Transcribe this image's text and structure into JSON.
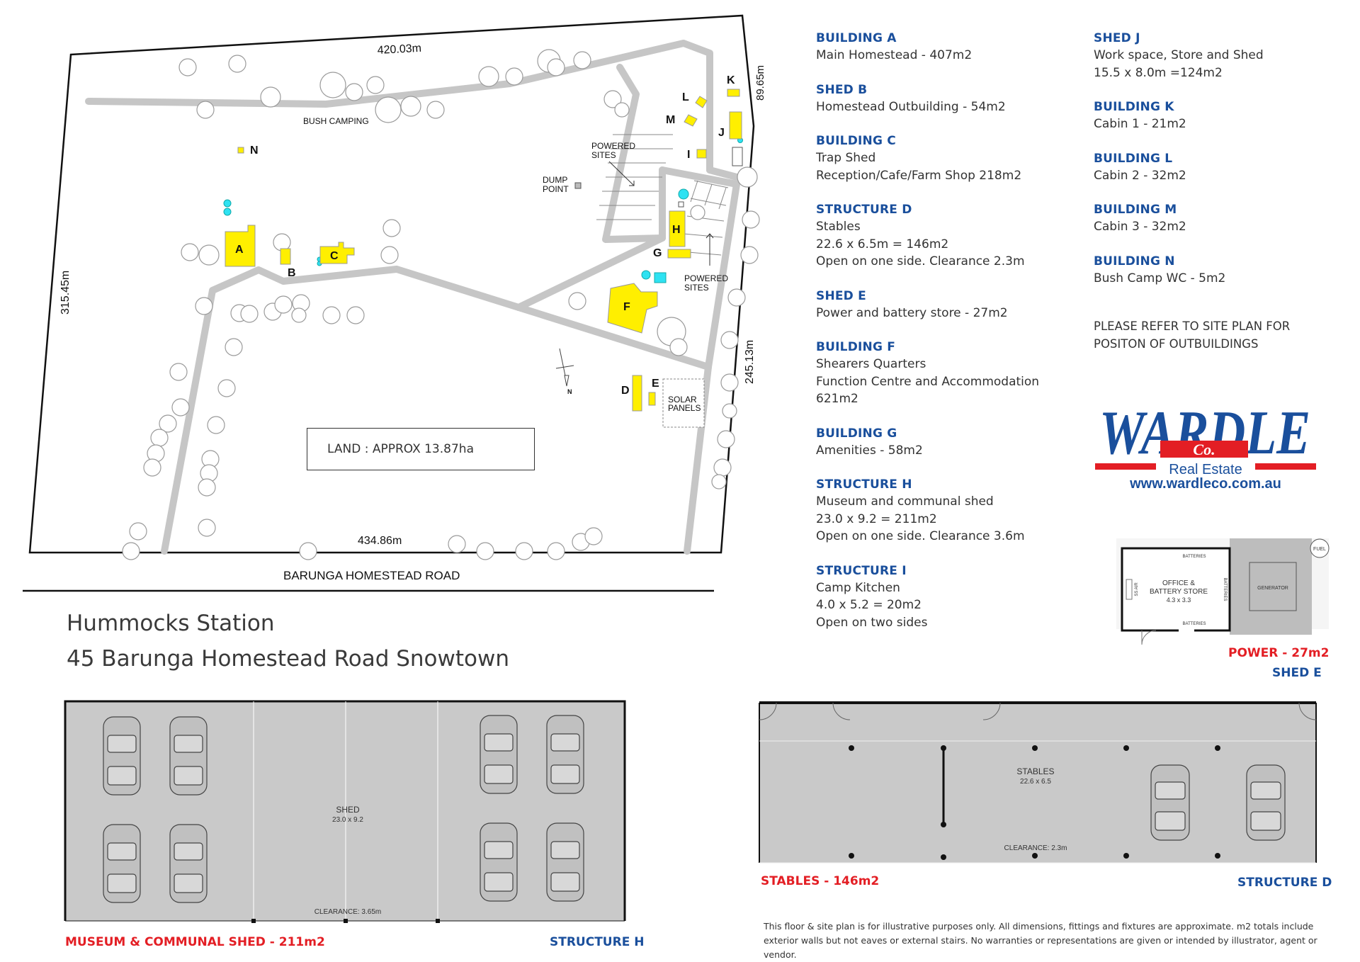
{
  "site_plan": {
    "dimensions": {
      "top": "420.03m",
      "right_upper": "89.65m",
      "right_lower": "245.13m",
      "left": "315.45m",
      "bottom": "434.86m"
    },
    "labels": {
      "bush_camping": "BUSH CAMPING",
      "powered_sites_top": [
        "POWERED",
        "SITES"
      ],
      "dump_point": [
        "DUMP",
        "POINT"
      ],
      "powered_sites_lower": [
        "POWERED",
        "SITES"
      ],
      "solar_panels": [
        "SOLAR",
        "PANELS"
      ],
      "road": "BARUNGA HOMESTEAD ROAD",
      "north": "N"
    },
    "building_letters": {
      "A": "A",
      "B": "B",
      "C": "C",
      "D": "D",
      "E": "E",
      "F": "F",
      "G": "G",
      "H": "H",
      "I": "I",
      "J": "J",
      "K": "K",
      "L": "L",
      "M": "M",
      "N": "N"
    },
    "land_box": "LAND : APPROX 13.87ha"
  },
  "legend": {
    "col1": [
      {
        "title": "BUILDING A",
        "lines": [
          "Main Homestead - 407m2"
        ]
      },
      {
        "title": "SHED B",
        "lines": [
          "Homestead Outbuilding - 54m2"
        ]
      },
      {
        "title": "BUILDING C",
        "lines": [
          "Trap Shed",
          "Reception/Cafe/Farm Shop 218m2"
        ]
      },
      {
        "title": "STRUCTURE D",
        "lines": [
          "Stables",
          "22.6 x 6.5m = 146m2",
          "Open on one side. Clearance 2.3m"
        ]
      },
      {
        "title": "SHED E",
        "lines": [
          "Power and battery store - 27m2"
        ]
      },
      {
        "title": "BUILDING F",
        "lines": [
          "Shearers Quarters",
          "Function Centre and Accommodation",
          "621m2"
        ]
      },
      {
        "title": "BUILDING G",
        "lines": [
          "Amenities - 58m2"
        ]
      },
      {
        "title": "STRUCTURE H",
        "lines": [
          "Museum and communal shed",
          "23.0 x 9.2 = 211m2",
          "Open on one side. Clearance 3.6m"
        ]
      },
      {
        "title": "STRUCTURE I",
        "lines": [
          "Camp Kitchen",
          "4.0 x 5.2 = 20m2",
          "Open on two sides"
        ]
      }
    ],
    "col2": [
      {
        "title": "SHED J",
        "lines": [
          "Work space, Store and Shed",
          "15.5 x 8.0m =124m2"
        ]
      },
      {
        "title": "BUILDING K",
        "lines": [
          "Cabin 1 - 21m2"
        ]
      },
      {
        "title": "BUILDING L",
        "lines": [
          "Cabin 2 - 32m2"
        ]
      },
      {
        "title": "BUILDING M",
        "lines": [
          "Cabin 3 - 32m2"
        ]
      },
      {
        "title": "BUILDING N",
        "lines": [
          "Bush Camp WC - 5m2"
        ]
      }
    ]
  },
  "note": [
    "PLEASE REFER TO SITE PLAN FOR",
    "POSITON OF OUTBUILDINGS"
  ],
  "logo": {
    "brand": "WARDLE",
    "co": "Co.",
    "sub": "Real Estate",
    "url": "www.wardleco.com.au"
  },
  "title": {
    "line1": "Hummocks Station",
    "line2": "45 Barunga Homestead Road Snowtown"
  },
  "shed_e_plan": {
    "fuel": "FUEL",
    "batteries_top": "BATTERIES",
    "batteries_right": "BATTERIES",
    "batteries_bottom": "BATTERIES",
    "ss_air": "SS AIR",
    "office": [
      "OFFICE &",
      "BATTERY STORE",
      "4.3 x 3.3"
    ],
    "generator": "GENERATOR",
    "caption_red": "POWER - 27m2",
    "caption_blue": "SHED E"
  },
  "structure_h_plan": {
    "name": "SHED",
    "size": "23.0 x 9.2",
    "clearance": "CLEARANCE: 3.65m",
    "caption_red": "MUSEUM & COMMUNAL SHED - 211m2",
    "caption_blue": "STRUCTURE H"
  },
  "structure_d_plan": {
    "name": "STABLES",
    "size": "22.6 x 6.5",
    "clearance": "CLEARANCE: 2.3m",
    "caption_red": "STABLES - 146m2",
    "caption_blue": "STRUCTURE D"
  },
  "disclaimer": "This floor & site plan is for illustrative purposes only. All dimensions, fittings and fixtures are approximate. m2 totals include exterior walls but not eaves or external stairs. No warranties or representations are given or intended by illustrator, agent or vendor.",
  "colors": {
    "building_fill": "#ffef00",
    "road": "#c8c8c8",
    "blue": "#1a4f9c",
    "red": "#e31e24",
    "floor_grey": "#c9c9c9"
  }
}
